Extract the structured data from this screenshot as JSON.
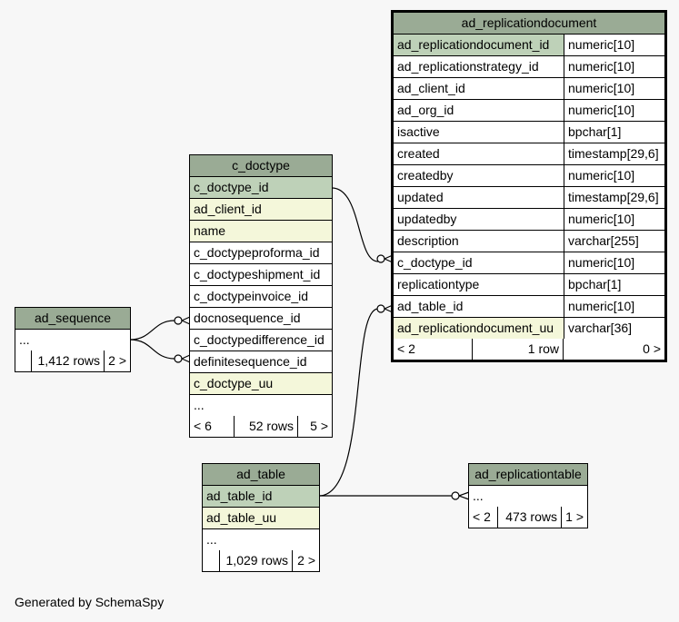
{
  "tables": {
    "ad_replicationdocument": {
      "name": "ad_replicationdocument",
      "columns": [
        {
          "name": "ad_replicationdocument_id",
          "type": "numeric[10]",
          "kind": "pk"
        },
        {
          "name": "ad_replicationstrategy_id",
          "type": "numeric[10]",
          "kind": ""
        },
        {
          "name": "ad_client_id",
          "type": "numeric[10]",
          "kind": ""
        },
        {
          "name": "ad_org_id",
          "type": "numeric[10]",
          "kind": ""
        },
        {
          "name": "isactive",
          "type": "bpchar[1]",
          "kind": ""
        },
        {
          "name": "created",
          "type": "timestamp[29,6]",
          "kind": ""
        },
        {
          "name": "createdby",
          "type": "numeric[10]",
          "kind": ""
        },
        {
          "name": "updated",
          "type": "timestamp[29,6]",
          "kind": ""
        },
        {
          "name": "updatedby",
          "type": "numeric[10]",
          "kind": ""
        },
        {
          "name": "description",
          "type": "varchar[255]",
          "kind": ""
        },
        {
          "name": "c_doctype_id",
          "type": "numeric[10]",
          "kind": ""
        },
        {
          "name": "replicationtype",
          "type": "bpchar[1]",
          "kind": ""
        },
        {
          "name": "ad_table_id",
          "type": "numeric[10]",
          "kind": ""
        },
        {
          "name": "ad_replicationdocument_uu",
          "type": "varchar[36]",
          "kind": "uq"
        }
      ],
      "footer": {
        "parents": "< 2",
        "rows": "1 row",
        "children": "0 >"
      }
    },
    "c_doctype": {
      "name": "c_doctype",
      "columns": [
        {
          "name": "c_doctype_id",
          "kind": "pk"
        },
        {
          "name": "ad_client_id",
          "kind": "uq"
        },
        {
          "name": "name",
          "kind": "uq"
        },
        {
          "name": "c_doctypeproforma_id",
          "kind": ""
        },
        {
          "name": "c_doctypeshipment_id",
          "kind": ""
        },
        {
          "name": "c_doctypeinvoice_id",
          "kind": ""
        },
        {
          "name": "docnosequence_id",
          "kind": ""
        },
        {
          "name": "c_doctypedifference_id",
          "kind": ""
        },
        {
          "name": "definitesequence_id",
          "kind": ""
        },
        {
          "name": "c_doctype_uu",
          "kind": "uq"
        },
        {
          "name": "...",
          "kind": ""
        }
      ],
      "footer": {
        "parents": "< 6",
        "rows": "52 rows",
        "children": "5 >"
      }
    },
    "ad_sequence": {
      "name": "ad_sequence",
      "columns": [
        {
          "name": "...",
          "kind": ""
        }
      ],
      "footer": {
        "parents": "",
        "rows": "1,412 rows",
        "children": "2 >"
      }
    },
    "ad_table": {
      "name": "ad_table",
      "columns": [
        {
          "name": "ad_table_id",
          "kind": "pk"
        },
        {
          "name": "ad_table_uu",
          "kind": "uq"
        },
        {
          "name": "...",
          "kind": ""
        }
      ],
      "footer": {
        "parents": "",
        "rows": "1,029 rows",
        "children": "2 >"
      }
    },
    "ad_replicationtable": {
      "name": "ad_replicationtable",
      "columns": [
        {
          "name": "...",
          "kind": ""
        }
      ],
      "footer": {
        "parents": "< 2",
        "rows": "473 rows",
        "children": "1 >"
      }
    }
  },
  "colors": {
    "header": "#9aab95",
    "primary_key": "#bed1b8",
    "unique": "#f4f7da"
  },
  "generated_by": "Generated by SchemaSpy"
}
